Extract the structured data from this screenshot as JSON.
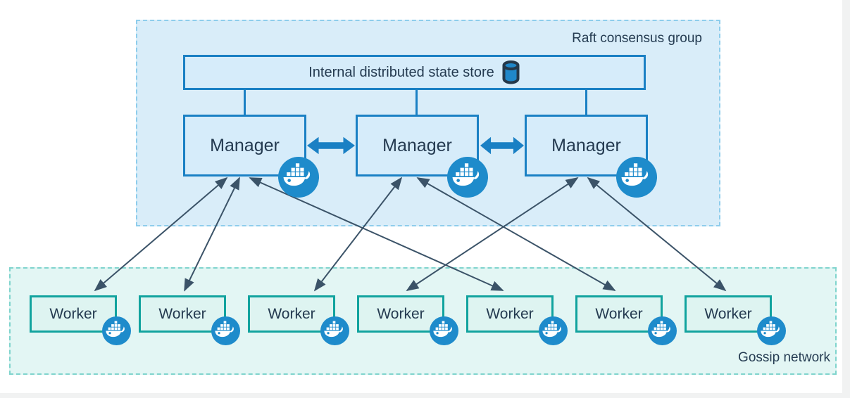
{
  "raft_group": {
    "label": "Raft consensus group",
    "state_store": {
      "label": "Internal distributed state store",
      "icon": "database-icon"
    },
    "managers": [
      {
        "label": "Manager",
        "icon": "docker-whale-icon"
      },
      {
        "label": "Manager",
        "icon": "docker-whale-icon"
      },
      {
        "label": "Manager",
        "icon": "docker-whale-icon"
      }
    ]
  },
  "gossip_network": {
    "label": "Gossip network",
    "workers": [
      {
        "label": "Worker",
        "icon": "docker-whale-icon"
      },
      {
        "label": "Worker",
        "icon": "docker-whale-icon"
      },
      {
        "label": "Worker",
        "icon": "docker-whale-icon"
      },
      {
        "label": "Worker",
        "icon": "docker-whale-icon"
      },
      {
        "label": "Worker",
        "icon": "docker-whale-icon"
      },
      {
        "label": "Worker",
        "icon": "docker-whale-icon"
      },
      {
        "label": "Worker",
        "icon": "docker-whale-icon"
      }
    ]
  },
  "links": {
    "manager_manager": [
      {
        "from": "manager-1",
        "to": "manager-2",
        "style": "thick-double-arrow"
      },
      {
        "from": "manager-2",
        "to": "manager-3",
        "style": "thick-double-arrow"
      }
    ],
    "manager_worker": [
      {
        "from": "manager-1",
        "to": "worker-1",
        "style": "thin-double-arrow"
      },
      {
        "from": "manager-1",
        "to": "worker-2",
        "style": "thin-double-arrow"
      },
      {
        "from": "manager-1",
        "to": "worker-5",
        "style": "thin-double-arrow"
      },
      {
        "from": "manager-2",
        "to": "worker-3",
        "style": "thin-double-arrow"
      },
      {
        "from": "manager-2",
        "to": "worker-6",
        "style": "thin-double-arrow"
      },
      {
        "from": "manager-3",
        "to": "worker-4",
        "style": "thin-double-arrow"
      },
      {
        "from": "manager-3",
        "to": "worker-7",
        "style": "thin-double-arrow"
      }
    ]
  },
  "colors": {
    "raft_fill": "#d9edf9",
    "raft_dash": "#8ecdec",
    "node_fill": "#d6ecfa",
    "primary_blue": "#1a80c4",
    "docker_blue": "#1e8bcb",
    "gossip_fill": "#e3f6f4",
    "gossip_dash": "#7fd4cd",
    "worker_teal": "#11a39e",
    "worker_fill": "#def4f1",
    "thin_arrow": "#3b5368",
    "text_dark": "#253c52"
  }
}
